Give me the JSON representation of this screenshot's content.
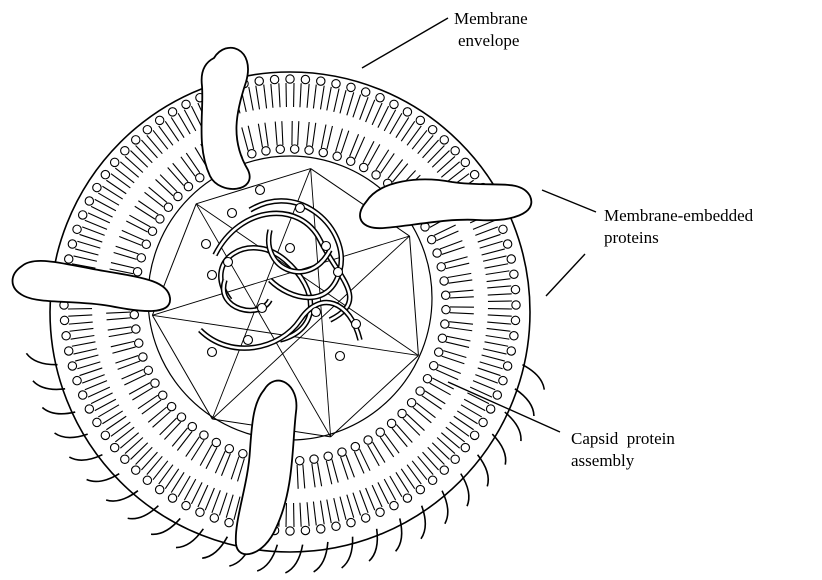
{
  "labels": {
    "membrane_envelope": {
      "line1": "Membrane",
      "line2": "envelope"
    },
    "membrane_proteins": {
      "line1": "Membrane-embedded",
      "line2": "proteins"
    },
    "capsid": {
      "line1": "Capsid  protein",
      "line2": "assembly"
    }
  },
  "style": {
    "ink": "#000000",
    "paper": "#ffffff"
  }
}
